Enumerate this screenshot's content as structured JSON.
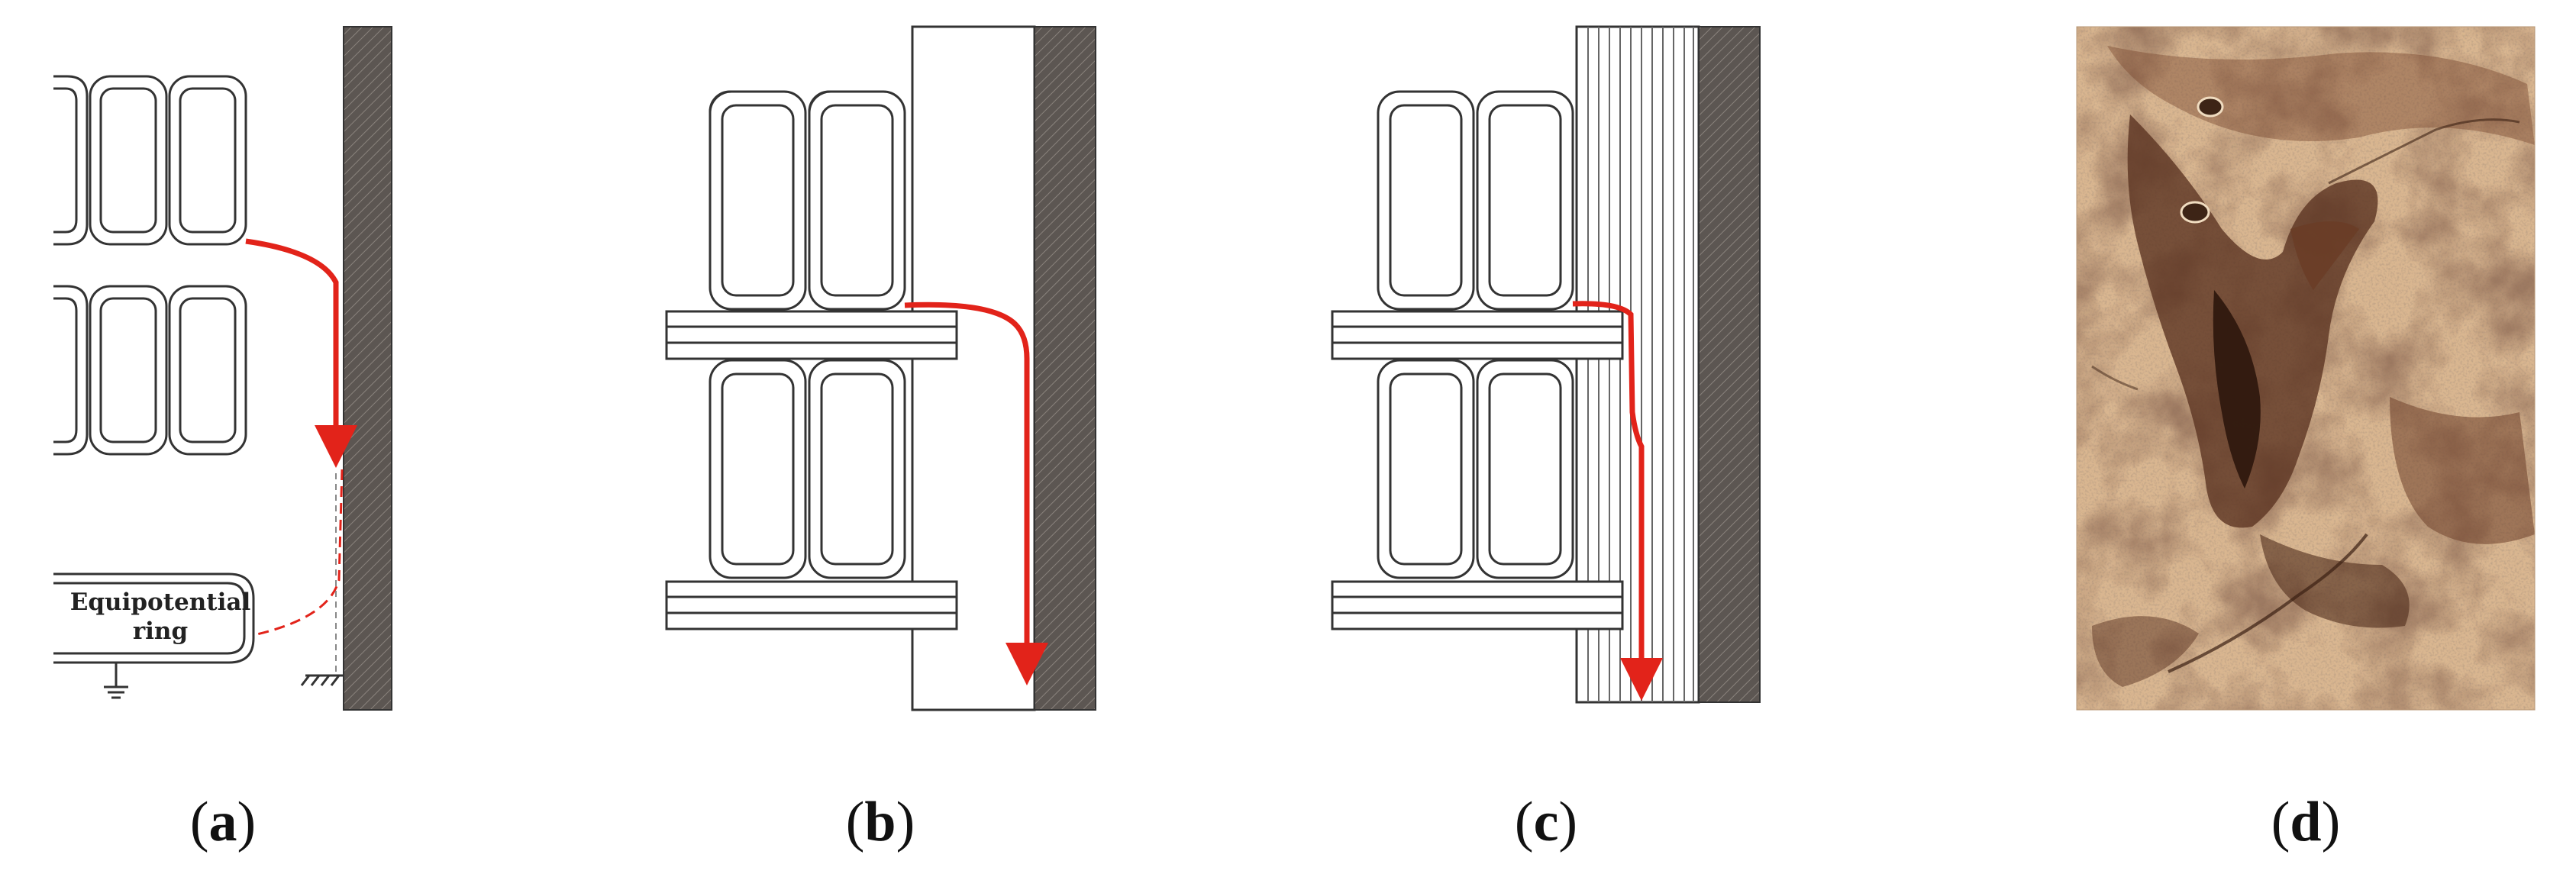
{
  "panels": [
    {
      "id": "a",
      "label": "a",
      "ring_label_line1": "Equipotential",
      "ring_label_line2": "ring"
    },
    {
      "id": "b",
      "label": "b"
    },
    {
      "id": "c",
      "label": "c"
    },
    {
      "id": "d",
      "label": "d"
    }
  ],
  "colors": {
    "arrow": "#e2231a",
    "wall": "#5a5450",
    "outline": "#333333",
    "photo_base": "#d8b48e",
    "photo_dark": "#4a2a1a"
  }
}
